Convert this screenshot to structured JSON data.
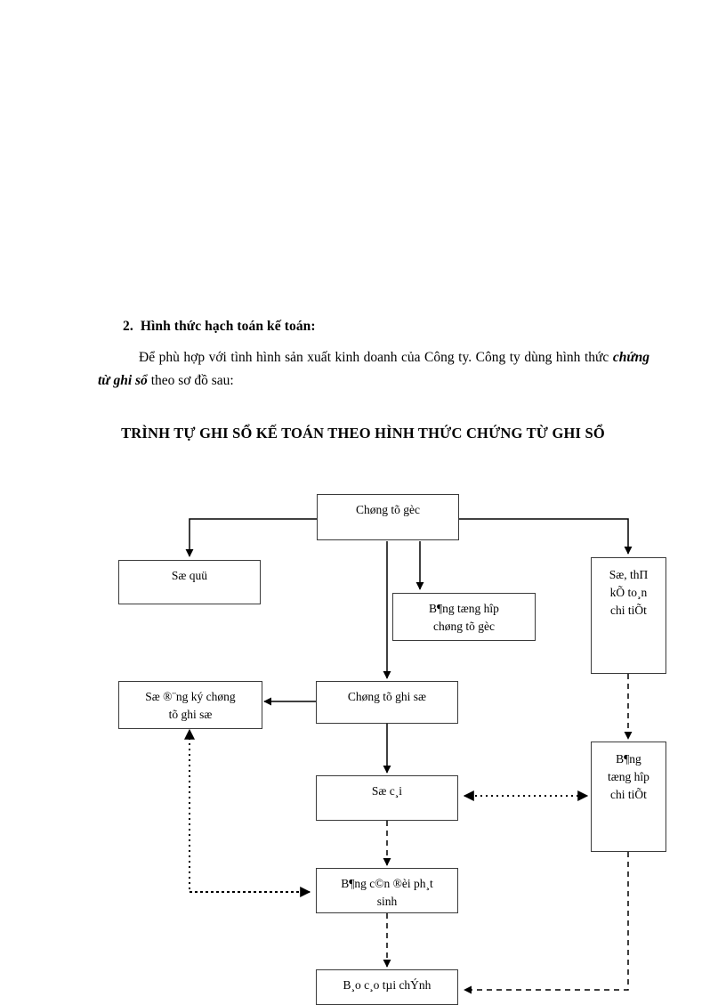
{
  "document": {
    "section_number": "2.",
    "section_heading": "Hình thức hạch toán kế toán:",
    "paragraph_part1": "Để phù hợp với tình hình sản xuất kinh doanh của Công ty. Công ty dùng hình thức ",
    "paragraph_emphasis": "chứng từ ghi sổ",
    "paragraph_part2": " theo sơ đồ sau:"
  },
  "diagram": {
    "title": "TRÌNH TỰ GHI SỔ KẾ TOÁN THEO HÌNH THỨC CHỨNG TỪ GHI SỔ",
    "nodes": {
      "chung_tu_goc": "Chøng tõ gèc",
      "so_quy": "Sæ quü",
      "bang_tong_hop_chung_tu_goc": "B¶ng tæng hîp\nchøng tõ gèc",
      "so_the_ke_toan_chi_tiet": "Sæ, thΠ\nkÕ to¸n\nchi tiÕt",
      "so_dang_ky_chung_tu_ghi_so": "Sæ ®¨ng ký chøng\ntõ ghi sæ",
      "chung_tu_ghi_so": "Chøng tõ ghi sæ",
      "so_cai": "Sæ c¸i",
      "bang_tong_hop_chi_tiet": "B¶ng\ntæng hîp\nchi tiÕt",
      "bang_can_doi_phat_sinh": "B¶ng c©n ®èi ph¸t\nsinh",
      "bao_cao_tai_chinh": "B¸o c¸o tµi chÝnh"
    },
    "line_styles": {
      "solid": "solid",
      "dashed": "dashed",
      "dotted": "dotted"
    },
    "colors": {
      "stroke": "#000000",
      "box_border": "#3a3a3a",
      "page_background": "#ffffff",
      "text": "#000000"
    }
  }
}
